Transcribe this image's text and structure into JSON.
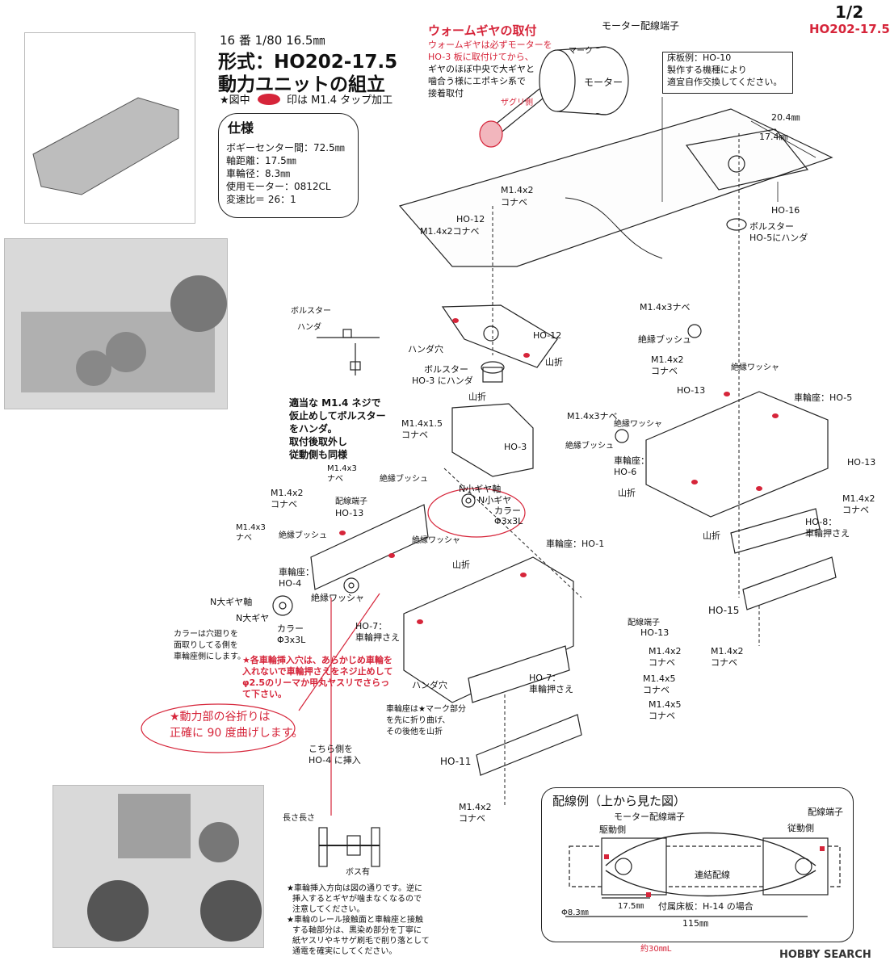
{
  "page_number": "1/2",
  "model_code": "HO202-17.5",
  "header": {
    "scale": "16 番 1/80 16.5㎜",
    "format": "形式：HO202-17.5",
    "title": "動力ユニットの組立",
    "tap_note_pre": "★図中",
    "tap_note_post": "印は M1.4 タップ加工"
  },
  "specs": {
    "heading": "仕様",
    "bogie_center": "ボギーセンター間：72.5㎜",
    "wheelbase": "軸距離：17.5㎜",
    "wheel_dia": "車輪径：8.3㎜",
    "motor": "使用モーター：0812CL",
    "gear_ratio": "変速比＝ 26：1"
  },
  "worm": {
    "title": "ウォームギヤの取付",
    "line1": "ウォームギヤは必ずモーターを",
    "line2": "HO-3 板に取付けてから、",
    "line3": "ギヤのほぼ中央で大ギヤと",
    "line4": "噛合う様にエポキシ系で",
    "line5": "接着取付",
    "serration": "ザグリ側"
  },
  "motor_labels": {
    "mark": "マーク",
    "terminal": "モーター配線端子",
    "motor": "モーター"
  },
  "floor_note": {
    "line1": "床板例：HO-10",
    "line2": "製作する機種により",
    "line3": "適宜自作交換してください。"
  },
  "dims": {
    "w1": "20.4㎜",
    "w2": "17.4㎜"
  },
  "labels": {
    "ho16": "HO-16",
    "bolster_ho5": "ボルスター",
    "bolster_ho5b": "HO-5にハンダ",
    "m14x2_a": "M1.4x2",
    "konabe_a": "コナベ",
    "ho12_a": "HO-12",
    "m14x2_konabe": "M1.4x2コナベ",
    "ho12_b": "HO-12",
    "handa_hole": "ハンダ穴",
    "yamaori": "山折",
    "bolster_ho3": "ボルスター",
    "bolster_ho3b": "HO-3 にハンダ",
    "yamaori2": "山折",
    "ho3": "HO-3",
    "m14x15": "M1.4x1.5",
    "konabe_b": "コナベ",
    "n_small_shaft": "N小ギヤ軸",
    "n_small_gear": "N小ギヤ",
    "collar": "カラー",
    "collar_size": "Φ3x3L",
    "m14x3_a": "M1.4x3",
    "nabe_a": "ナベ",
    "insul_bush_a": "絶縁ブッシュ",
    "m14x2_b": "M1.4x2",
    "konabe_c": "コナベ",
    "terminal_a": "配線端子",
    "ho13_a": "HO-13",
    "m14x3_b": "M1.4x3",
    "nabe_b": "ナベ",
    "insul_bush_b": "絶縁ブッシュ",
    "insul_washer_a": "絶縁ワッシャ",
    "wheel_seat_ho4": "車輪座：",
    "wheel_seat_ho4b": "HO-4",
    "insul_washer_b": "絶縁ワッシャ",
    "ho7_a": "HO-7：",
    "ho7_ab": "車輪押さえ",
    "n_big_shaft": "N大ギヤ軸",
    "n_big_gear": "N大ギヤ",
    "collar2": "カラー",
    "collar2_size": "Φ3x3L",
    "collar_note1": "カラーは穴廻りを",
    "collar_note2": "面取りしてる側を",
    "collar_note3": "車輪座側にします。",
    "wheel_seat_ho1": "車輪座：HO-1",
    "yamaori3": "山折",
    "terminal_b": "配線端子",
    "ho13_b": "HO-13",
    "m14x2_c": "M1.4x2",
    "konabe_d": "コナベ",
    "m14x5_a": "M1.4x5",
    "konabe_e": "コナベ",
    "m14x5_b": "M1.4x5",
    "konabe_f": "コナベ",
    "handa_hole2": "ハンダ穴",
    "ho7_b": "HO-7：",
    "ho7_bb": "車輪押さえ",
    "wheel_seat_note1": "車輪座は★マーク部分",
    "wheel_seat_note2": "を先に折り曲げ、",
    "wheel_seat_note3": "その後他を山折",
    "ho11": "HO-11",
    "m14x2_d": "M1.4x2",
    "konabe_g": "コナベ",
    "insert_note1": "こちら側を",
    "insert_note2": "HO-4 に挿入",
    "m14x3nabe": "M1.4x3ナベ",
    "insul_bush_c": "絶縁ブッシュ",
    "m14x2_e": "M1.4x2",
    "konabe_h": "コナベ",
    "ho13_c": "HO-13",
    "insul_washer_c": "絶縁ワッシャ",
    "wheel_seat_ho5": "車輪座：HO-5",
    "m14x3nabe_b": "M1.4x3ナベ",
    "insul_washer_d": "絶縁ワッシャ",
    "insul_bush_d": "絶縁ブッシュ",
    "wheel_seat_ho6": "車輪座：",
    "wheel_seat_ho6b": "HO-6",
    "yamaori4": "山折",
    "ho13_d": "HO-13",
    "m14x2_f": "M1.4x2",
    "konabe_i": "コナベ",
    "ho8": "HO-8：",
    "ho8b": "車輪押さえ",
    "yamaori5": "山折",
    "ho15": "HO-15",
    "m14x2_g": "M1.4x2",
    "konabe_j": "コナベ"
  },
  "bolster_note": {
    "bolster": "ボルスター",
    "handa": "ハンダ",
    "line1": "適当な M1.4 ネジで",
    "line2": "仮止めしてボルスター",
    "line3": "をハンダ。",
    "line4": "取付後取外し",
    "line5": "従動側も同様"
  },
  "red_note": {
    "line1": "★各車輪挿入穴は、あらかじめ車輪を",
    "line2": "入れないで車輪押さえをネジ止めして",
    "line3": "φ2.5のリーマか甲丸ヤスリでさらっ",
    "line4": "て下さい。"
  },
  "fold_note": {
    "line1": "★動力部の谷折りは",
    "line2": "正確に 90 度曲げします。"
  },
  "axle": {
    "length": "長さ長さ",
    "boss": "ボス有"
  },
  "bottom_note": {
    "line1": "★車輪挿入方向は図の通りです。逆に",
    "line2": "挿入するとギヤが噛まなくなるので",
    "line3": "注意してください。",
    "line4": "★車輪のレール接触面と車輪座と接触",
    "line5": "する軸部分は、黒染め部分を丁寧に",
    "line6": "紙ヤスリやキサゲ刷毛で削り落として",
    "line7": "通電を確実にしてください。"
  },
  "wiring": {
    "title": "配線例（上から見た図）",
    "motor_terminal": "モーター配線端子",
    "driven": "従動側",
    "drive": "駆動側",
    "terminal": "配線端子",
    "link_wire": "連結配線",
    "floor": "付属床板：H-14 の場合",
    "dim_wheel": "Φ8.3㎜",
    "dim_axle": "17.5㎜",
    "dim_total": "115㎜",
    "wire_len": "約30㎜L"
  },
  "watermark": "HOBBY SEARCH",
  "colors": {
    "accent_red": "#d6253a",
    "line": "#222222"
  }
}
